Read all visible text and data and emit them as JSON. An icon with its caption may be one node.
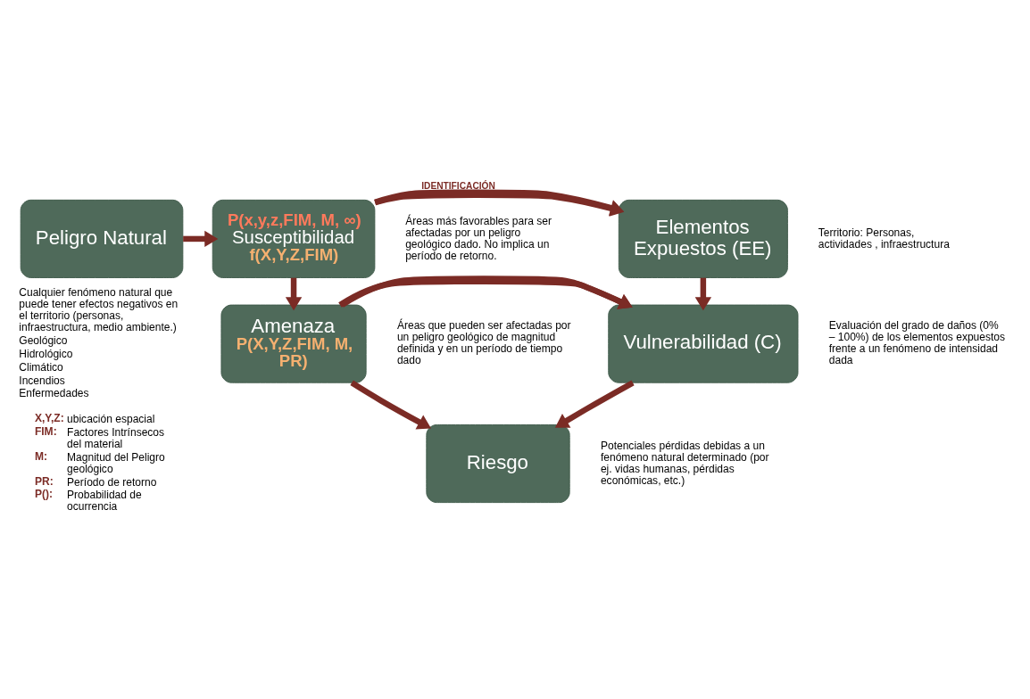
{
  "diagram": {
    "nodes": [
      {
        "text": [
          "Peligro Natural"
        ],
        "beside": [
          "Cualquier fenómeno natural que puede tener efectos negativos en el territorio (personas, infraestructura, medio ambiente.)",
          "Geológico",
          "Hidrológico",
          "Climático",
          "Incendios",
          "Enfermedades"
        ]
      },
      {
        "text": [
          "P(x,y,z,FIM, M, ∞)",
          "Susceptibilidad",
          "f(X,Y,Z,FIM)"
        ],
        "beside": [
          "Áreas más favorables para ser afectadas por un peligro geológico dado. No implica un período de retorno."
        ]
      },
      {
        "text": [
          "Elementos Expuestos (EE)"
        ],
        "beside": [
          "Territorio: Personas, actividades , infraestructura"
        ]
      },
      {
        "text": [
          "Amenaza",
          "P(X,Y,Z,FIM, M, PR)"
        ],
        "beside": [
          "Áreas que pueden ser afectadas por un peligro geológico de magnitud definida y en un período de tiempo dado"
        ]
      },
      {
        "text": [
          "Vulnerabilidad (C)"
        ],
        "beside": [
          "Evaluación del grado de daños (0% – 100%) de los elementos expuestos frente a un fenómeno de intensidad dada"
        ]
      },
      {
        "text": [
          "Riesgo"
        ],
        "beside": [
          "Potenciales pérdidas debidas a un fenómeno natural determinado (por ej. vidas humanas, pérdidas económicas, etc.)"
        ]
      }
    ],
    "edges": [
      {
        "from": 0,
        "to": 1,
        "arrow": "to"
      },
      {
        "from": 1,
        "to": 2,
        "arrow": "to",
        "label": "IDENTIFICACIÓN"
      },
      {
        "from": 1,
        "to": 3,
        "arrow": "to"
      },
      {
        "from": 2,
        "to": 4,
        "arrow": "to"
      },
      {
        "from": 3,
        "to": 4,
        "arrow": "to"
      },
      {
        "from": 3,
        "to": 5,
        "arrow": "to"
      },
      {
        "from": 4,
        "to": 5,
        "arrow": "to"
      }
    ],
    "labels": [
      "X,Y,Z:",
      "ubicación espacial",
      "FIM:",
      "Factores Intrínsecos del material",
      "M:",
      "Magnitud del Peligro geológico",
      "PR:",
      "Período de retorno",
      "P():",
      "Probabilidad de ocurrencia"
    ]
  }
}
